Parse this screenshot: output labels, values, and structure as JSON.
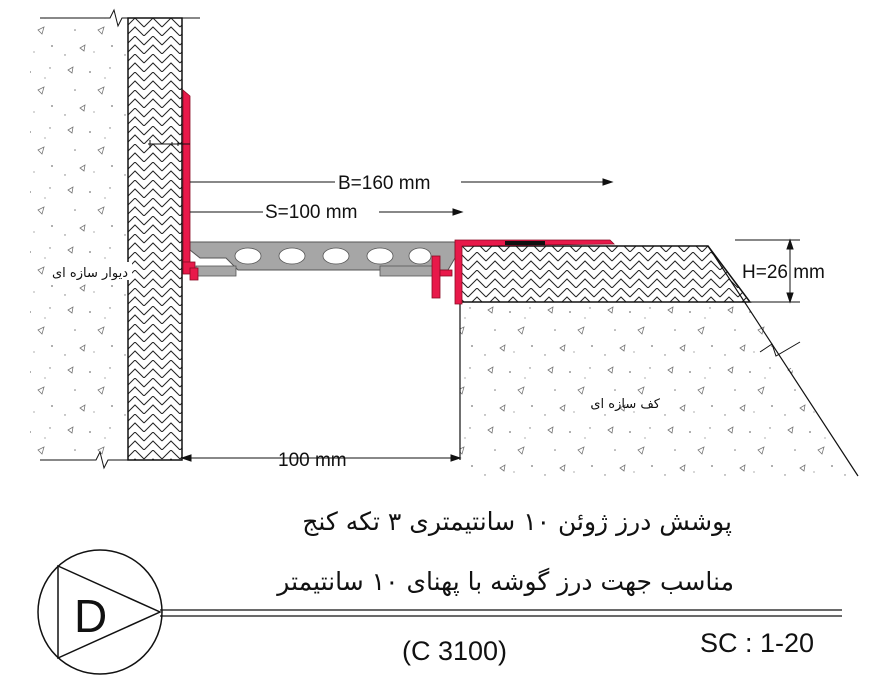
{
  "colors": {
    "profile_red": "#e8194a",
    "insert_gray": "#a6a6a6",
    "line": "#111111",
    "concrete_dot": "#7a7a7a"
  },
  "dimensions": {
    "b": "B=160 mm",
    "s": "S=100 mm",
    "h": "H=26 mm",
    "gap": "100 mm"
  },
  "labels": {
    "wall": "دیوار سازه ای",
    "floor": "کف سازه ای"
  },
  "title": {
    "line1": "پوشش درز ژوئن ۱۰ سانتیمتری ۳ تکه کنج",
    "line2": "مناسب جهت درز گوشه با پهنای ۱۰ سانتیمتر",
    "code": "(C 3100)",
    "scale": "SC : 1-20"
  },
  "badge": {
    "letter": "D",
    "icon": "triangle-in-circle-icon"
  }
}
